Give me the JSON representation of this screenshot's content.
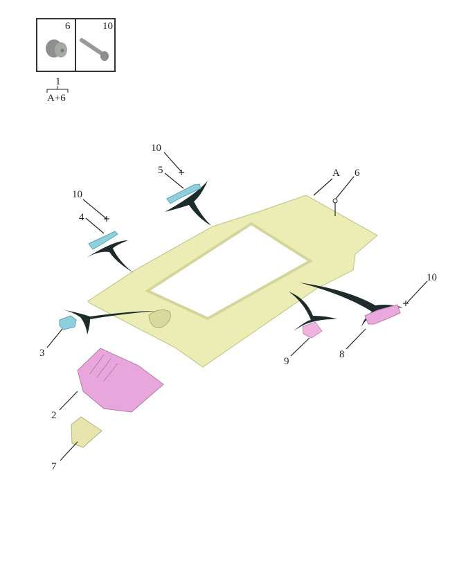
{
  "kit_box": {
    "cells": [
      {
        "number": "6",
        "part": "clip"
      },
      {
        "number": "10",
        "part": "screw"
      }
    ],
    "kit_number": "1",
    "kit_contents": "A+6"
  },
  "callouts": [
    "10",
    "5",
    "10",
    "4",
    "A",
    "6",
    "10",
    "3",
    "9",
    "8",
    "2",
    "7"
  ],
  "colors": {
    "headliner": "#ecedb4",
    "handle_front": "#8fd0dc",
    "handle_rear": "#e9a9dc",
    "console": "#e8a6dc",
    "arrow": "#1e2b2b"
  }
}
